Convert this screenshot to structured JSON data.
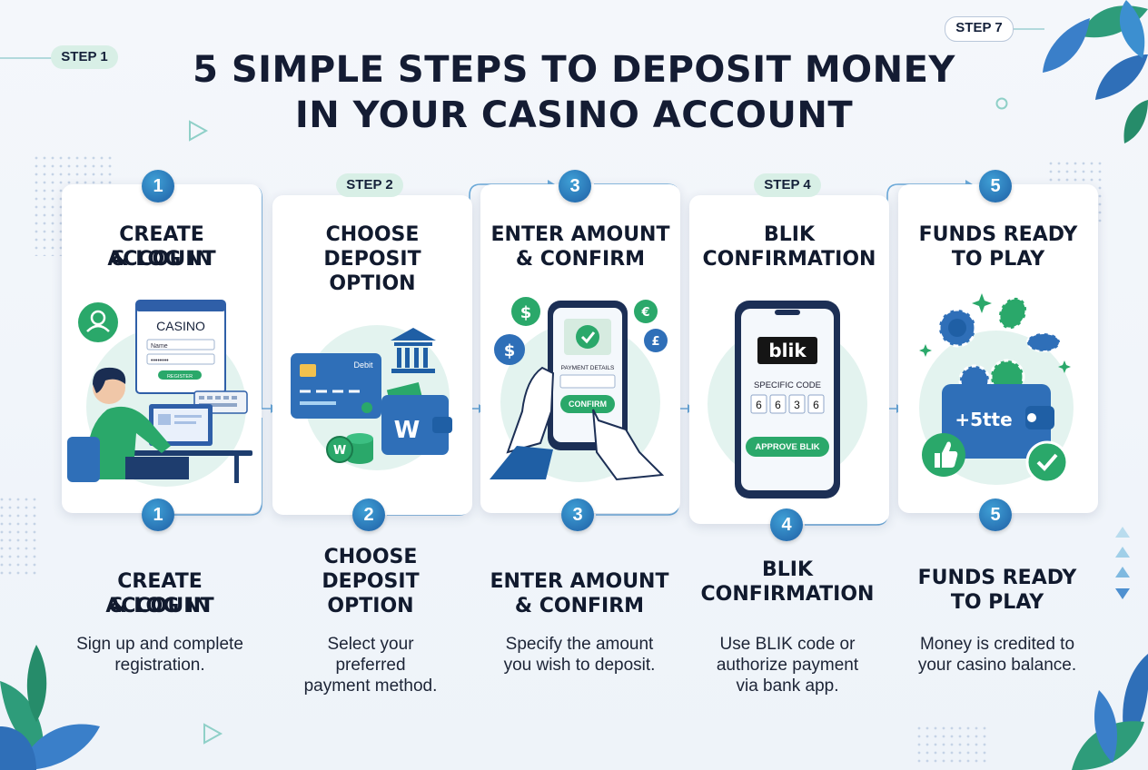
{
  "title": {
    "line1": "5 SIMPLE STEPS TO DEPOSIT MONEY",
    "line2": "IN YOUR CASINO ACCOUNT"
  },
  "pills": {
    "step1": "STEP 1",
    "step2": "STEP 2",
    "step4": "STEP 4",
    "step7": "STEP 7"
  },
  "steps": [
    {
      "number": "1",
      "card_title_1": "CREATE ACCOUNT",
      "card_title_2": "& LOG IN",
      "bottom_title_1": "CREATE ACCOUNT",
      "bottom_title_2": "& LOG IN",
      "desc_1": "Sign up and complete",
      "desc_2": "registration."
    },
    {
      "number": "2",
      "card_title_1": "CHOOSE",
      "card_title_2": "DEPOSIT",
      "card_title_3": "OPTION",
      "bottom_title_1": "CHOOSE",
      "bottom_title_2": "DEPOSIT",
      "bottom_title_3": "OPTION",
      "desc_1": "Select your",
      "desc_2": "preferred",
      "desc_3": "payment method."
    },
    {
      "number": "3",
      "card_title_1": "ENTER AMOUNT",
      "card_title_2": "& CONFIRM",
      "bottom_title_1": "ENTER AMOUNT",
      "bottom_title_2": "& CONFIRM",
      "desc_1": "Specify the amount",
      "desc_2": "you wish to deposit."
    },
    {
      "number": "4",
      "card_title_1": "BLIK",
      "card_title_2": "CONFIRMATION",
      "bottom_title_1": "BLIK",
      "bottom_title_2": "CONFIRMATION",
      "desc_1": "Use BLIK code or",
      "desc_2": "authorize payment",
      "desc_3": "via bank app."
    },
    {
      "number": "5",
      "card_title_1": "FUNDS READY",
      "card_title_2": "TO PLAY",
      "bottom_title_1": "FUNDS READY",
      "bottom_title_2": "TO PLAY",
      "desc_1": "Money is credited to",
      "desc_2": "your casino balance."
    }
  ],
  "art": {
    "casino_label": "CASINO",
    "name_field": "Name",
    "password_mask": "••••••••",
    "register_btn": "REGISTER",
    "debit_label": "Debit",
    "wallet_logo": "W",
    "coin_logo": "W",
    "dollar": "$",
    "euro": "€",
    "pound": "£",
    "payment_details": "PAYMENT DETAILS",
    "confirm_btn": "CONFIRM",
    "blik_logo": "blik",
    "specific_code": "SPECIFIC CODE",
    "code_digits": [
      "6",
      "6",
      "3",
      "6"
    ],
    "approve_btn": "APPROVE BLIK",
    "balance": "+5tte"
  },
  "colors": {
    "accent_blue": "#1f5fa5",
    "accent_green": "#2aa86a",
    "pill_green": "#d8efe6",
    "title_dark": "#141c33"
  }
}
